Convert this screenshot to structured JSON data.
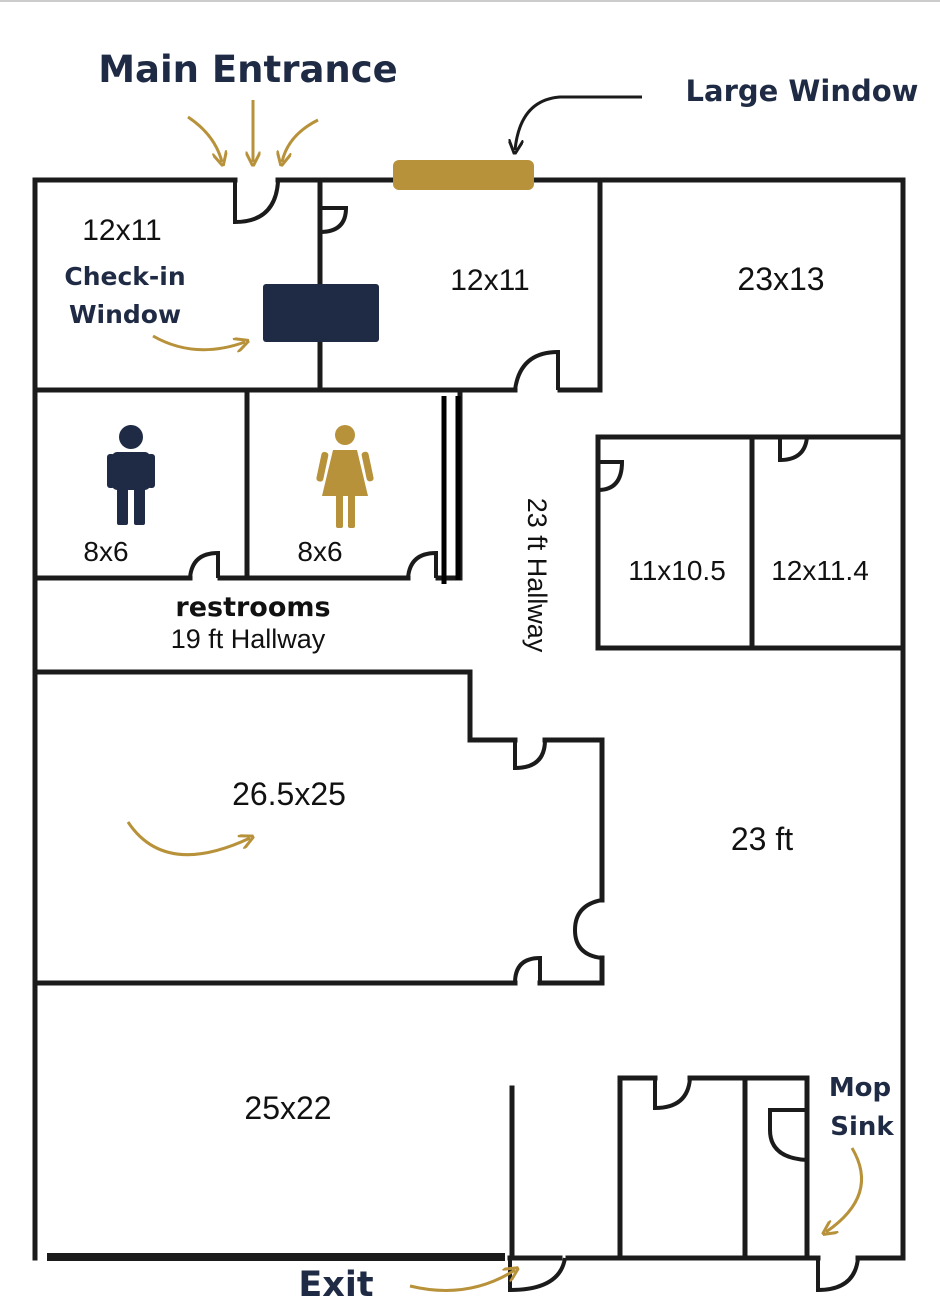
{
  "colors": {
    "wall": "#1b1b1b",
    "navy": "#1f2a44",
    "gold": "#b8923b",
    "background": "#ffffff"
  },
  "labels": {
    "main_entrance": "Main Entrance",
    "large_window": "Large Window",
    "check_in_line1": "Check-in",
    "check_in_line2": "Window",
    "restrooms": "restrooms",
    "hallway_19": "19 ft Hallway",
    "hallway_23": "23 ft Hallway",
    "exit": "Exit",
    "mop_sink_line1": "Mop",
    "mop_sink_line2": "Sink"
  },
  "rooms": {
    "reception": "12x11",
    "office_center": "12x11",
    "office_top_right": "23x13",
    "restroom_men": "8x6",
    "restroom_women": "8x6",
    "office_small_a": "11x10.5",
    "office_small_b": "12x11.4",
    "large_room": "26.5x25",
    "right_area": "23 ft",
    "bottom_room": "25x22"
  },
  "icons": {
    "men": "man-restroom-icon",
    "women": "woman-restroom-icon"
  }
}
